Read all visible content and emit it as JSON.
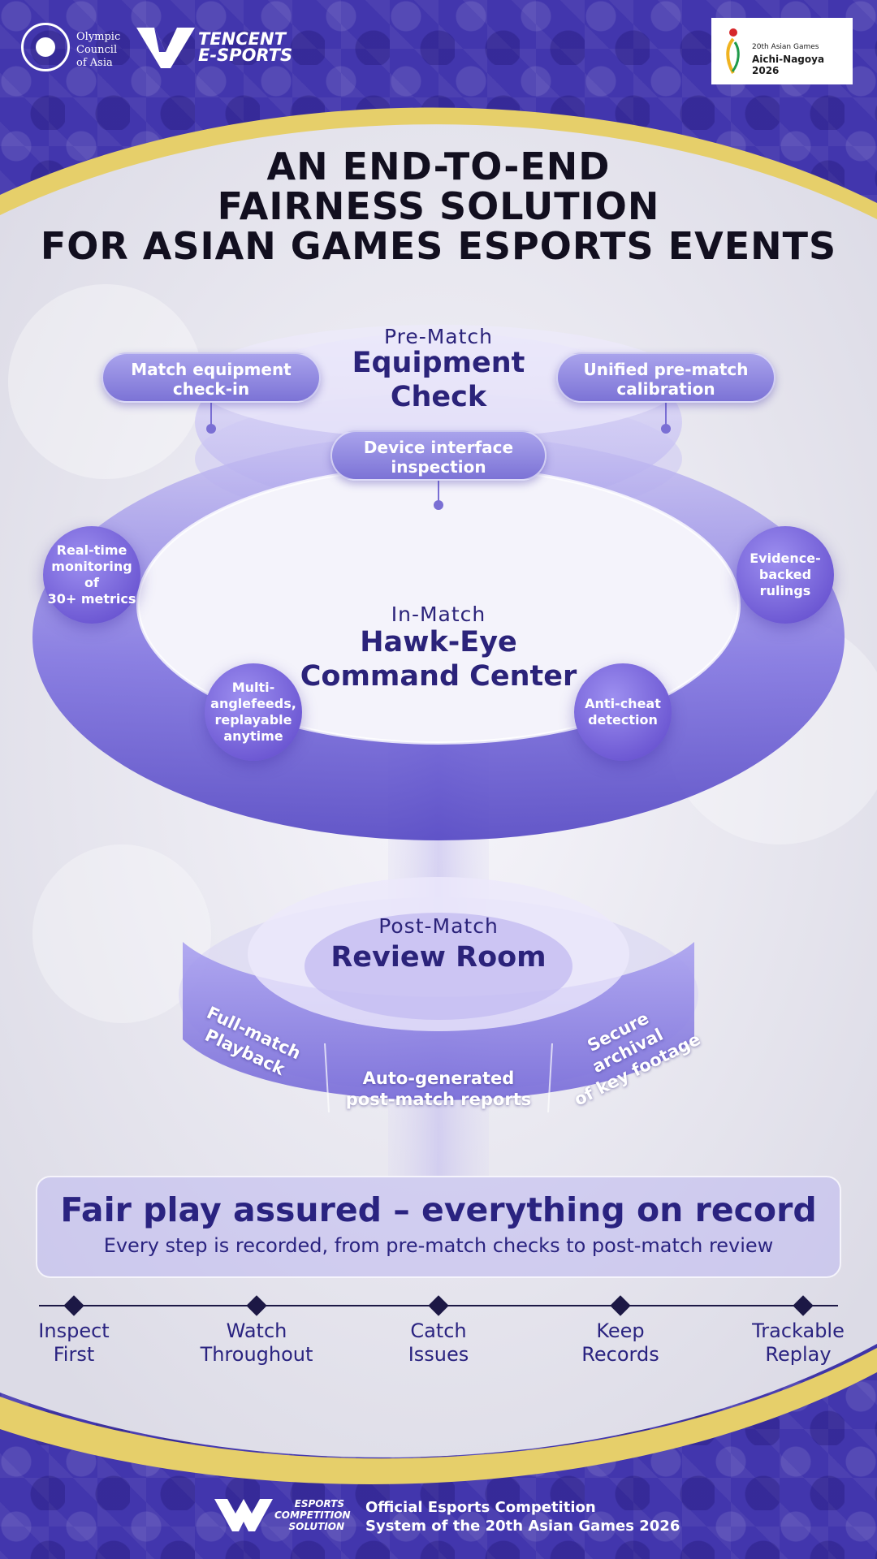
{
  "header": {
    "oca_text": "Olympic\nCouncil\nof Asia",
    "tencent_text": "TENCENT\nE-SPORTS",
    "asian_games_small": "20th Asian Games",
    "asian_games_big": "Aichi-Nagoya 2026"
  },
  "title": {
    "line1": "AN END-TO-END",
    "line2": "FAIRNESS SOLUTION",
    "line3": "FOR ASIAN GAMES ESPORTS EVENTS"
  },
  "pre_match": {
    "subtitle": "Pre-Match",
    "title_line1": "Equipment",
    "title_line2": "Check",
    "items": [
      "Match equipment\ncheck-in",
      "Unified pre-match\ncalibration",
      "Device interface\ninspection"
    ]
  },
  "in_match": {
    "subtitle": "In-Match",
    "title_line1": "Hawk-Eye",
    "title_line2": "Command Center",
    "items": [
      "Real-time\nmonitoring of\n30+ metrics",
      "Evidence-\nbacked\nrulings",
      "Multi-\nanglefeeds,\nreplayable\nanytime",
      "Anti-cheat\ndetection"
    ]
  },
  "post_match": {
    "subtitle": "Post-Match",
    "title": "Review Room",
    "items": [
      "Full-match\nPlayback",
      "Auto-generated\npost-match reports",
      "Secure archival\nof key footage"
    ]
  },
  "fair_play": {
    "heading": "Fair play assured – everything on record",
    "subheading": "Every step is recorded, from pre-match checks to post-match review"
  },
  "steps": [
    "Inspect\nFirst",
    "Watch\nThroughout",
    "Catch\nIssues",
    "Keep\nRecords",
    "Trackable\nReplay"
  ],
  "footer": {
    "brand": "ESPORTS\nCOMPETITION\nSOLUTION",
    "official": "Official Esports Competition\nSystem of the 20th Asian Games 2026"
  },
  "colors": {
    "brand_purple": "#3f35a8",
    "accent_yellow": "#e6cf6a",
    "text_navy": "#2a2380"
  }
}
